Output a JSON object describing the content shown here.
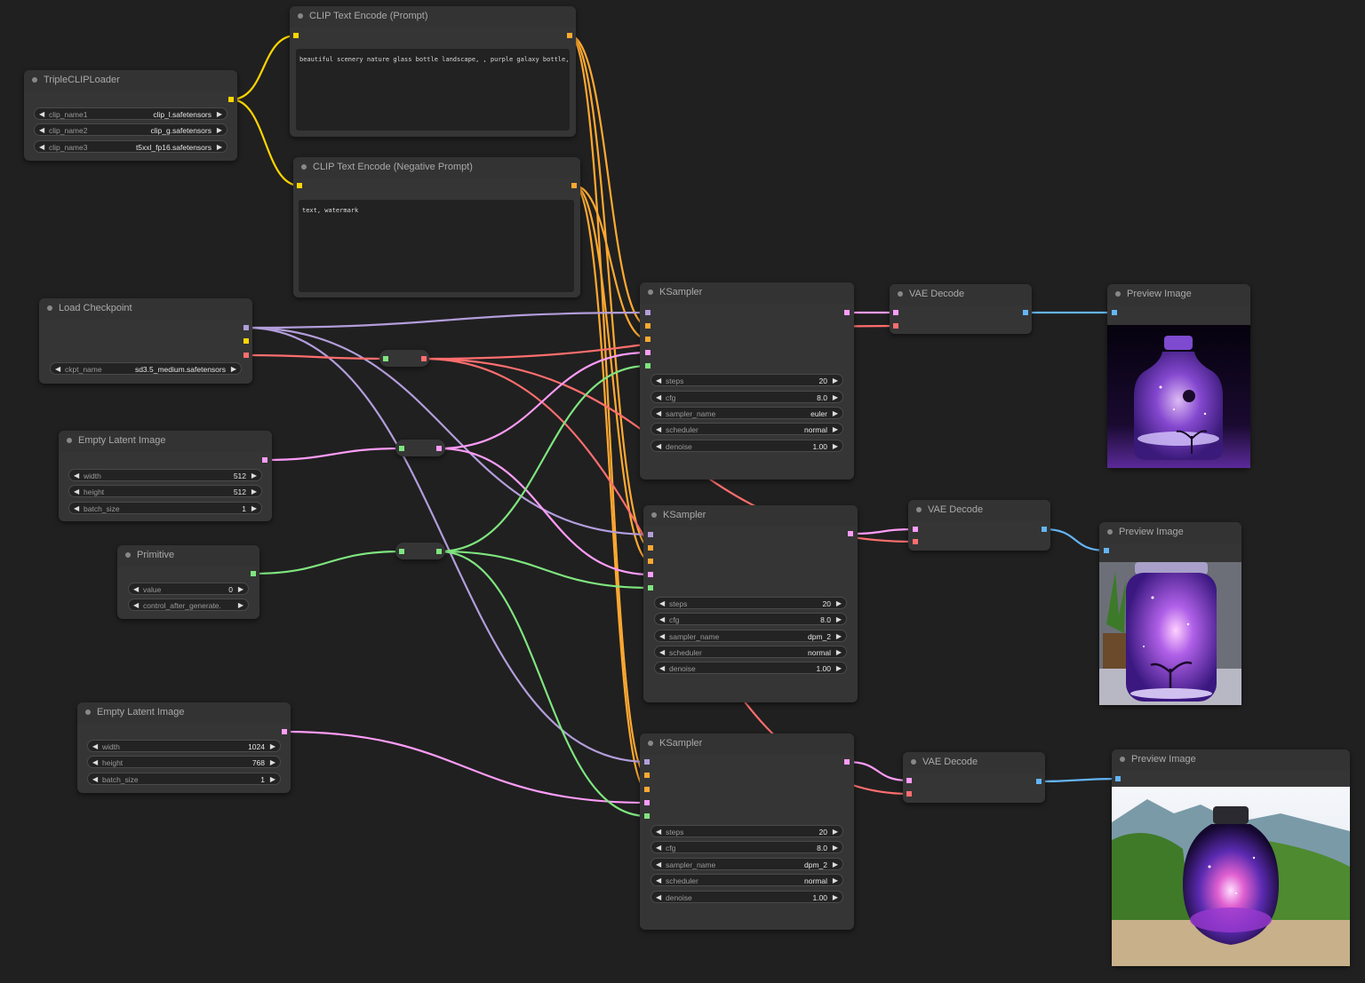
{
  "colors": {
    "clip": "#ffd500",
    "conditioning": "#ffa931",
    "model": "#b39ddb",
    "vae": "#ff6e6e",
    "latent": "#ff9cf9",
    "image": "#64b5f6",
    "int": "#7fe57f",
    "background": "#202020",
    "node": "#353535"
  },
  "nodes": {
    "triple_clip": {
      "title": "TripleCLIPLoader",
      "widgets": [
        {
          "label": "clip_name1",
          "value": "clip_l.safetensors"
        },
        {
          "label": "clip_name2",
          "value": "clip_g.safetensors"
        },
        {
          "label": "clip_name3",
          "value": "t5xxl_fp16.safetensors"
        }
      ]
    },
    "clip_pos": {
      "title": "CLIP Text Encode (Prompt)",
      "text": "beautiful scenery nature glass bottle landscape, , purple galaxy bottle,"
    },
    "clip_neg": {
      "title": "CLIP Text Encode (Negative Prompt)",
      "text": "text, watermark"
    },
    "checkpoint": {
      "title": "Load Checkpoint",
      "widgets": [
        {
          "label": "ckpt_name",
          "value": "sd3.5_medium.safetensors"
        }
      ]
    },
    "latent1": {
      "title": "Empty Latent Image",
      "widgets": [
        {
          "label": "width",
          "value": "512"
        },
        {
          "label": "height",
          "value": "512"
        },
        {
          "label": "batch_size",
          "value": "1"
        }
      ]
    },
    "primitive": {
      "title": "Primitive",
      "widgets": [
        {
          "label": "value",
          "value": "0"
        },
        {
          "label": "control_after_generate.",
          "value": ""
        }
      ]
    },
    "latent2": {
      "title": "Empty Latent Image",
      "widgets": [
        {
          "label": "width",
          "value": "1024"
        },
        {
          "label": "height",
          "value": "768"
        },
        {
          "label": "batch_size",
          "value": "1"
        }
      ]
    },
    "ksampler1": {
      "title": "KSampler",
      "widgets": [
        {
          "label": "steps",
          "value": "20"
        },
        {
          "label": "cfg",
          "value": "8.0"
        },
        {
          "label": "sampler_name",
          "value": "euler"
        },
        {
          "label": "scheduler",
          "value": "normal"
        },
        {
          "label": "denoise",
          "value": "1.00"
        }
      ]
    },
    "ksampler2": {
      "title": "KSampler",
      "widgets": [
        {
          "label": "steps",
          "value": "20"
        },
        {
          "label": "cfg",
          "value": "8.0"
        },
        {
          "label": "sampler_name",
          "value": "dpm_2"
        },
        {
          "label": "scheduler",
          "value": "normal"
        },
        {
          "label": "denoise",
          "value": "1.00"
        }
      ]
    },
    "ksampler3": {
      "title": "KSampler",
      "widgets": [
        {
          "label": "steps",
          "value": "20"
        },
        {
          "label": "cfg",
          "value": "8.0"
        },
        {
          "label": "sampler_name",
          "value": "dpm_2"
        },
        {
          "label": "scheduler",
          "value": "normal"
        },
        {
          "label": "denoise",
          "value": "1.00"
        }
      ]
    },
    "vae1": {
      "title": "VAE Decode"
    },
    "vae2": {
      "title": "VAE Decode"
    },
    "vae3": {
      "title": "VAE Decode"
    },
    "preview1": {
      "title": "Preview Image"
    },
    "preview2": {
      "title": "Preview Image"
    },
    "preview3": {
      "title": "Preview Image"
    }
  }
}
